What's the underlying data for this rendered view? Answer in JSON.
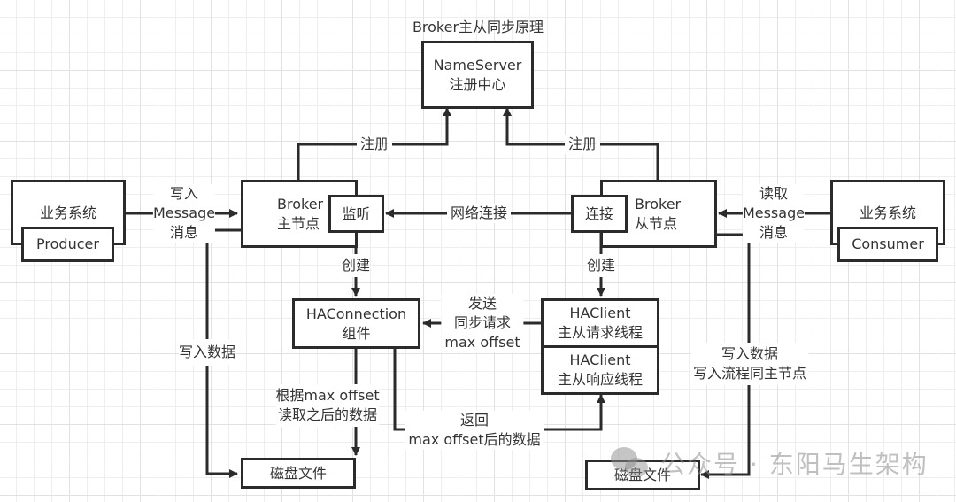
{
  "title": "Broker主从同步原理",
  "nodes": {
    "nameserver": {
      "line1": "NameServer",
      "line2": "注册中心"
    },
    "producer_system": {
      "label": "业务系统",
      "sub": "Producer"
    },
    "consumer_system": {
      "label": "业务系统",
      "sub": "Consumer"
    },
    "broker_master": {
      "line1": "Broker",
      "line2": "主节点",
      "sub": "监听"
    },
    "broker_slave": {
      "line1": "Broker",
      "line2": "从节点",
      "sub": "连接"
    },
    "haconnection": {
      "line1": "HAConnection",
      "line2": "组件"
    },
    "haclient_request": {
      "line1": "HAClient",
      "line2": "主从请求线程"
    },
    "haclient_response": {
      "line1": "HAClient",
      "line2": "主从响应线程"
    },
    "disk_master": {
      "label": "磁盘文件"
    },
    "disk_slave": {
      "label": "磁盘文件"
    }
  },
  "edges": {
    "register_master": "注册",
    "register_slave": "注册",
    "write_message": [
      "写入",
      "Message",
      "消息"
    ],
    "read_message": [
      "读取",
      "Message",
      "消息"
    ],
    "network_connect": "网络连接",
    "create_master": "创建",
    "create_slave": "创建",
    "send_sync_request": [
      "发送",
      "同步请求",
      "max offset"
    ],
    "write_data_master": "写入数据",
    "read_after_offset": [
      "根据max offset",
      "读取之后的数据"
    ],
    "return_data": [
      "返回",
      "max offset后的数据"
    ],
    "write_data_slave": [
      "写入数据",
      "写入流程同主节点"
    ]
  },
  "watermark": {
    "text": "公众号 · 东阳马生架构",
    "icon": "wechat-icon"
  }
}
